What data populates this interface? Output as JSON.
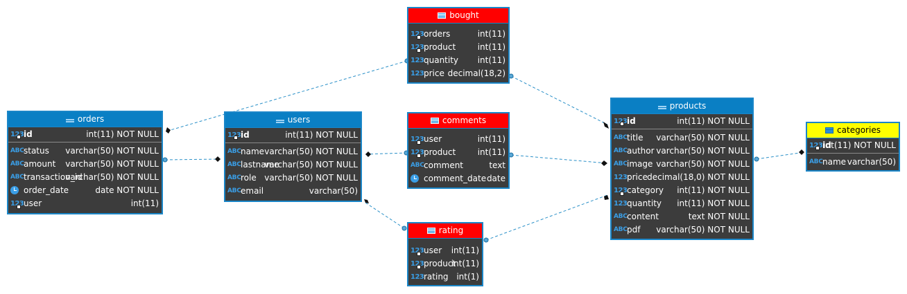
{
  "tables": {
    "orders": {
      "title": "orders",
      "columns": [
        {
          "name": "id",
          "type": "int(11) NOT NULL",
          "icon": "123",
          "pk": true
        },
        {
          "name": "status",
          "type": "varchar(50) NOT NULL",
          "icon": "ABC"
        },
        {
          "name": "amount",
          "type": "varchar(50) NOT NULL",
          "icon": "ABC"
        },
        {
          "name": "transaction_id",
          "type": "varchar(50) NOT NULL",
          "icon": "ABC"
        },
        {
          "name": "order_date",
          "type": "date NOT NULL",
          "icon": "clock"
        },
        {
          "name": "user",
          "type": "int(11)",
          "icon": "123"
        }
      ]
    },
    "users": {
      "title": "users",
      "columns": [
        {
          "name": "id",
          "type": "int(11) NOT NULL",
          "icon": "123",
          "pk": true
        },
        {
          "name": "name",
          "type": "varchar(50) NOT NULL",
          "icon": "ABC"
        },
        {
          "name": "lastname",
          "type": "varchar(50) NOT NULL",
          "icon": "ABC"
        },
        {
          "name": "role",
          "type": "varchar(50) NOT NULL",
          "icon": "ABC"
        },
        {
          "name": "email",
          "type": "varchar(50)",
          "icon": "ABC"
        }
      ]
    },
    "bought": {
      "title": "bought",
      "columns": [
        {
          "name": "orders",
          "type": "int(11)",
          "icon": "123"
        },
        {
          "name": "product",
          "type": "int(11)",
          "icon": "123"
        },
        {
          "name": "quantity",
          "type": "int(11)",
          "icon": "123"
        },
        {
          "name": "price",
          "type": "decimal(18,2)",
          "icon": "123"
        }
      ]
    },
    "comments": {
      "title": "comments",
      "columns": [
        {
          "name": "user",
          "type": "int(11)",
          "icon": "123"
        },
        {
          "name": "product",
          "type": "int(11)",
          "icon": "123"
        },
        {
          "name": "comment",
          "type": "text",
          "icon": "ABC"
        },
        {
          "name": "comment_date",
          "type": "date",
          "icon": "clock"
        }
      ]
    },
    "rating": {
      "title": "rating",
      "columns": [
        {
          "name": "user",
          "type": "int(11)",
          "icon": "123"
        },
        {
          "name": "product",
          "type": "int(11)",
          "icon": "123"
        },
        {
          "name": "rating",
          "type": "int(1)",
          "icon": "123"
        }
      ]
    },
    "products": {
      "title": "products",
      "columns": [
        {
          "name": "id",
          "type": "int(11) NOT NULL",
          "icon": "123",
          "pk": true
        },
        {
          "name": "title",
          "type": "varchar(50) NOT NULL",
          "icon": "ABC"
        },
        {
          "name": "author",
          "type": "varchar(50) NOT NULL",
          "icon": "ABC"
        },
        {
          "name": "image",
          "type": "varchar(50) NOT NULL",
          "icon": "ABC"
        },
        {
          "name": "price",
          "type": "decimal(18,0) NOT NULL",
          "icon": "123"
        },
        {
          "name": "category",
          "type": "int(11) NOT NULL",
          "icon": "123"
        },
        {
          "name": "quantity",
          "type": "int(11) NOT NULL",
          "icon": "123"
        },
        {
          "name": "content",
          "type": "text NOT NULL",
          "icon": "ABC"
        },
        {
          "name": "pdf",
          "type": "varchar(50) NOT NULL",
          "icon": "ABC"
        }
      ]
    },
    "categories": {
      "title": "categories",
      "columns": [
        {
          "name": "id",
          "type": "int(11) NOT NULL",
          "icon": "123",
          "pk": true
        },
        {
          "name": "name",
          "type": "varchar(50)",
          "icon": "ABC"
        }
      ]
    }
  },
  "colors": {
    "entity_border": "#1a86c8",
    "entity_header": "#0a7fc4",
    "junction_header": "#ff0000",
    "lookup_header": "#ffff00",
    "body": "#3c3c3c",
    "link": "#2a90c8"
  },
  "icons": {
    "ABC": "text-type-icon",
    "123": "numeric-type-icon",
    "clock": "date-type-icon",
    "key": "foreign-key-icon"
  }
}
